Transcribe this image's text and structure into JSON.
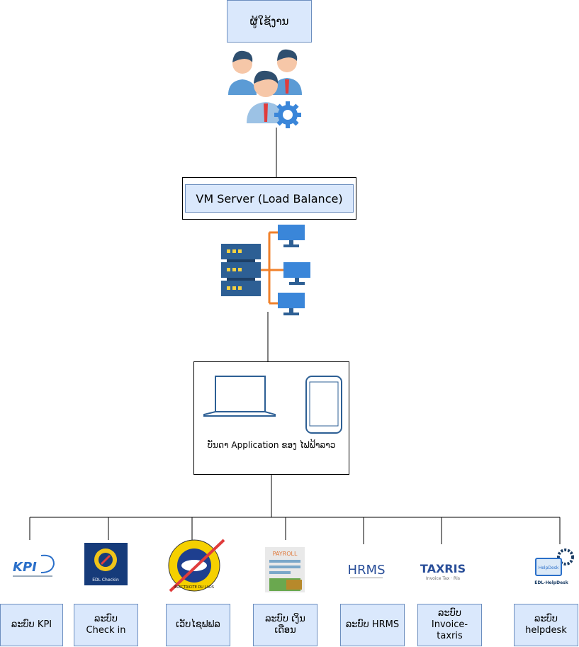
{
  "top": {
    "label": "ຜູ້ໃຊ້ງານ",
    "icon": "users-gear-icon"
  },
  "server": {
    "label": "VM Server (Load Balance)",
    "icon": "server-network-icon"
  },
  "apps": {
    "label": "ບັນດາ Application ຂອງ ໄຟຟ້າລາວ",
    "icons": [
      "laptop-icon",
      "tablet-icon"
    ]
  },
  "logos": {
    "kpi": "KPI",
    "checkin": "EDL Checkin",
    "edl_seal": "ELECTRICITE DU LAOS",
    "payroll": "PAYROLL",
    "hrms": "HRMS",
    "taxris": "TAXRIS",
    "taxris_sub": "Invoice Tax · Ris",
    "helpdesk": "HelpDesk",
    "helpdesk_sub": "EDL-HelpDesk"
  },
  "systems": [
    {
      "label": "ລະບົບ KPI"
    },
    {
      "label": "ລະບົບ  Check in"
    },
    {
      "label": "ເວັບໄຊຟຟລ"
    },
    {
      "label": "ລະບົບ  ເງິນເດືອນ"
    },
    {
      "label": "ລະບົບ  HRMS"
    },
    {
      "label": "ລະບົບ  Invoice-taxris"
    },
    {
      "label": "ລະບົບ helpdesk"
    }
  ]
}
